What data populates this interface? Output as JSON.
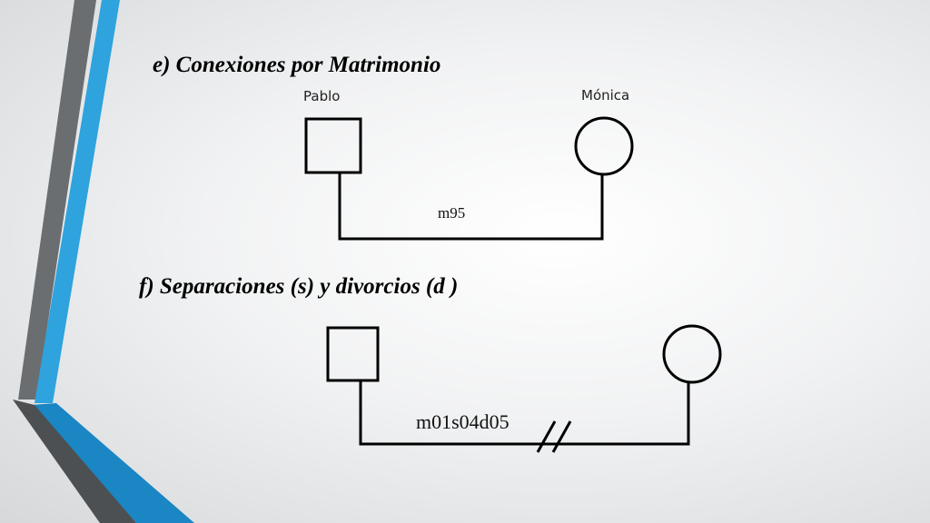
{
  "slide": {
    "colors": {
      "accent_blue": "#2ea3dd",
      "accent_gray": "#6b6e70",
      "deep_blue": "#1a86c4"
    }
  },
  "sections": {
    "marriage": {
      "title": "e) Conexiones por Matrimonio",
      "male_name": "Pablo",
      "female_name": "Mónica",
      "code": "m95"
    },
    "separation": {
      "title": "f) Separaciones (s) y divorcios (d )",
      "code": "m01s04d05"
    }
  }
}
